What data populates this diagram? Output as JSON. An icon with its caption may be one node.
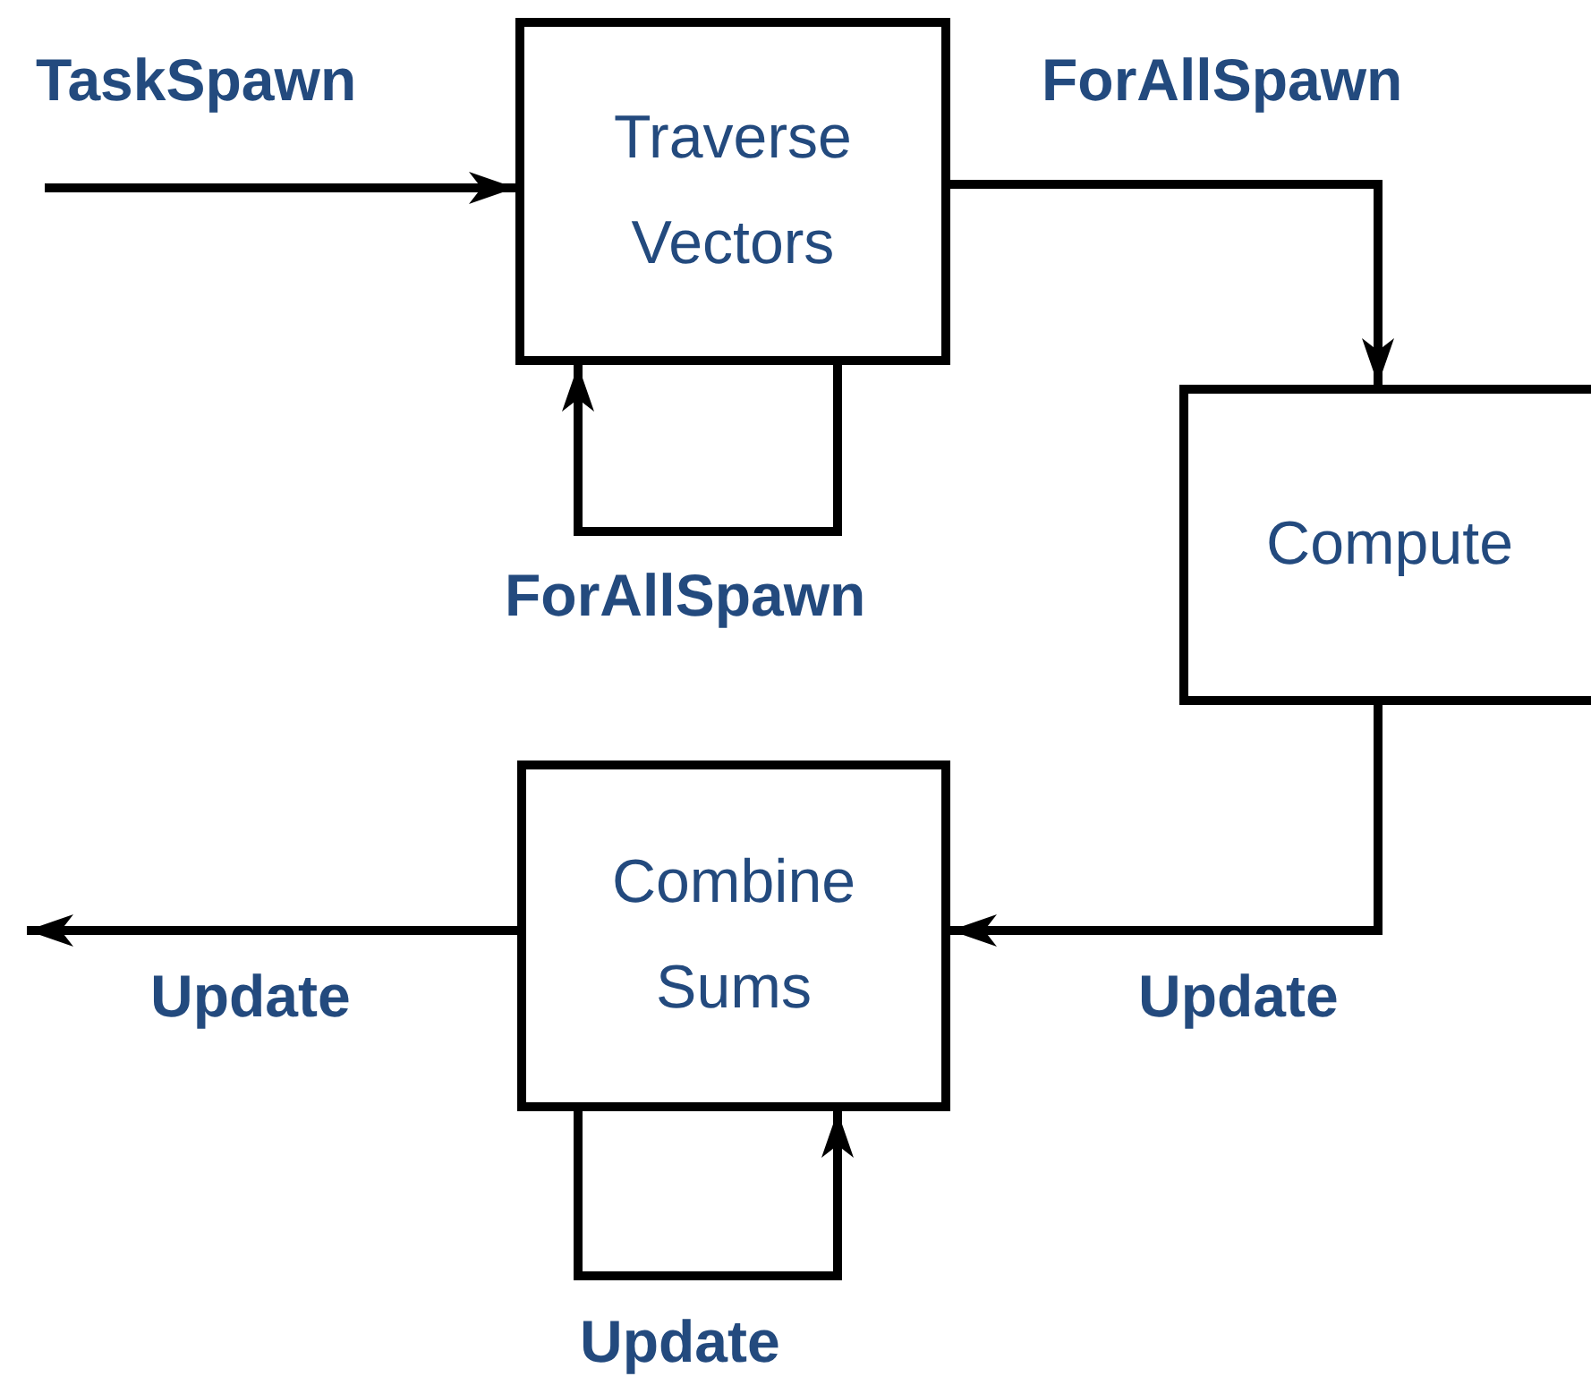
{
  "diagram": {
    "nodes": [
      {
        "text": [
          "Traverse Vectors"
        ]
      },
      {
        "text": [
          "Compute"
        ]
      },
      {
        "text": [
          "Combine Sums"
        ]
      }
    ],
    "edges": [
      {
        "from": null,
        "to": 0,
        "arrow": "to",
        "label": "TaskSpawn"
      },
      {
        "from": 0,
        "to": 1,
        "arrow": "to",
        "label": "ForAllSpawn"
      },
      {
        "from": 0,
        "to": 0,
        "arrow": "to",
        "label": "ForAllSpawn"
      },
      {
        "from": 1,
        "to": 2,
        "arrow": "to",
        "label": "Update"
      },
      {
        "from": 2,
        "to": null,
        "arrow": "to",
        "label": "Update"
      },
      {
        "from": 2,
        "to": 2,
        "arrow": "to",
        "label": "Update"
      }
    ]
  }
}
